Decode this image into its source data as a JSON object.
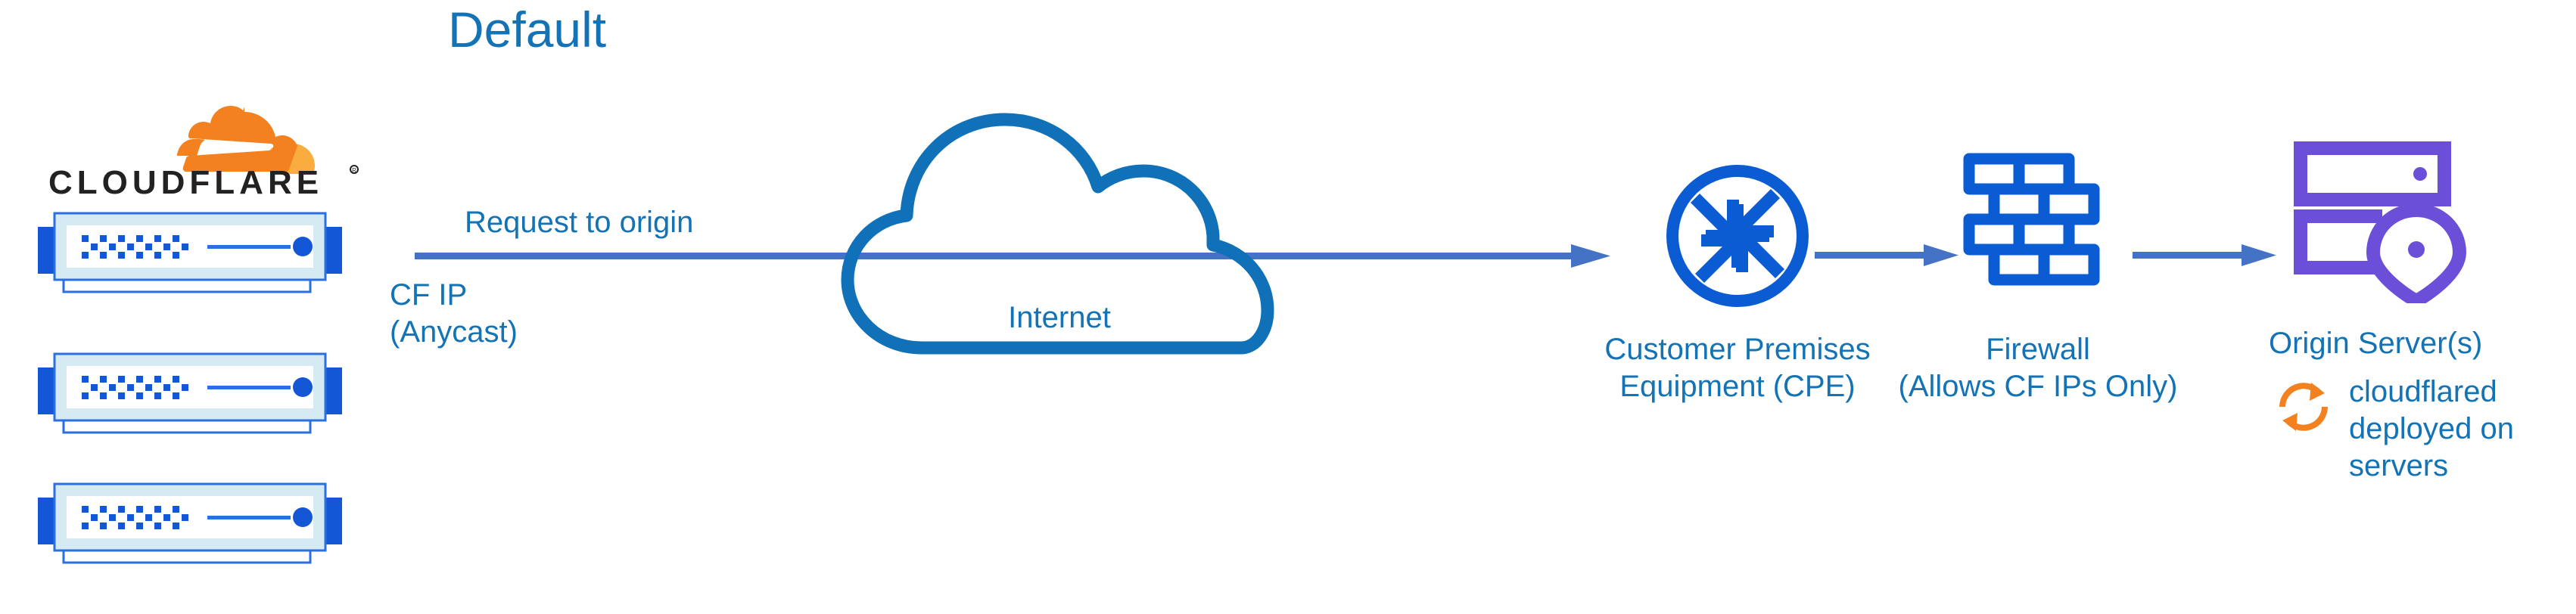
{
  "title": "Default",
  "colors": {
    "label_blue": "#1373B5",
    "arrow_blue": "#4472C4",
    "icon_blue": "#0B5BD3",
    "cloud_blue": "#1071B8",
    "origin_purple": "#6B4FD8",
    "cloudflare_orange": "#F48120",
    "cloudflare_orange_light": "#FAAD3F",
    "device_frame": "#D5EAF2",
    "device_dot": "#1457D6"
  },
  "left_stack": {
    "logo_name": "cloudflare-logo",
    "logo_wordmark": "CLOUDFLARE",
    "device_count": 3,
    "device_label": "cloudflare-edge-appliance"
  },
  "flow": {
    "request_label": "Request to origin",
    "cf_ip_line1": "CF IP",
    "cf_ip_line2": "(Anycast)"
  },
  "internet": {
    "label": "Internet",
    "icon": "cloud-icon"
  },
  "cpe": {
    "label_line1": "Customer Premises",
    "label_line2": "Equipment (CPE)",
    "icon": "router-icon"
  },
  "firewall": {
    "label_line1": "Firewall",
    "label_line2": "(Allows CF IPs Only)",
    "icon": "brick-wall-icon"
  },
  "origin": {
    "label": "Origin Server(s)",
    "icon": "server-rack-pin-icon"
  },
  "cloudflared": {
    "icon": "sync-arrows-icon",
    "note_line1": "cloudflared",
    "note_line2": "deployed on",
    "note_line3": "servers"
  }
}
